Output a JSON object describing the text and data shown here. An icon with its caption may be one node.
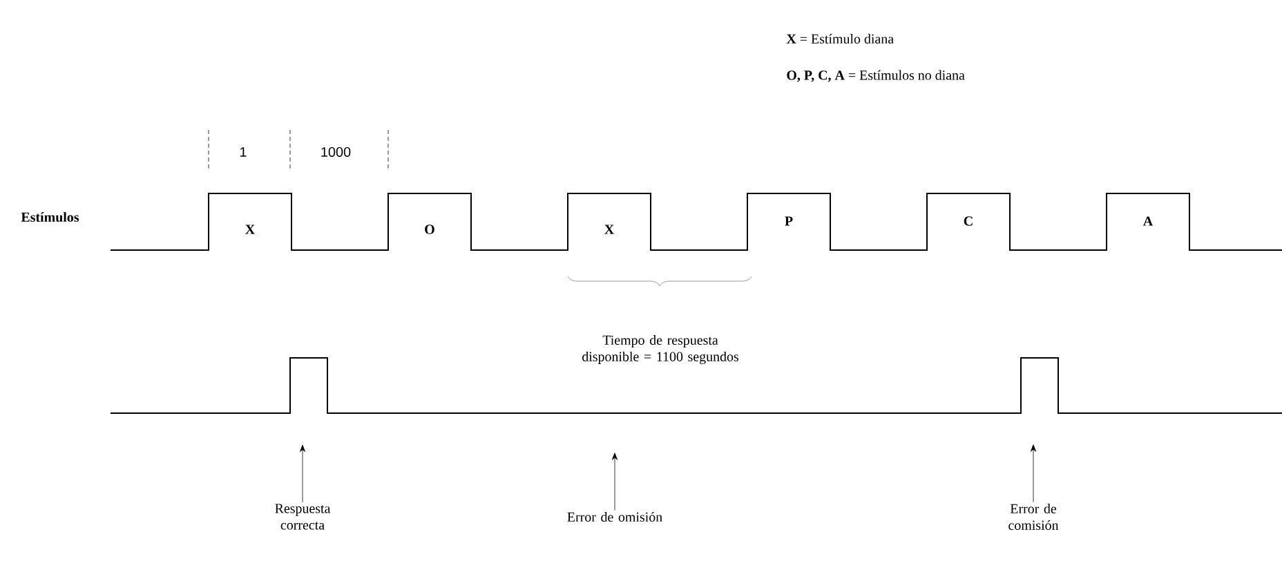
{
  "diagram": {
    "nodes": [
      {
        "text": [
          "Respuesta correcta"
        ]
      },
      {
        "text": [
          "Error de omisión"
        ]
      },
      {
        "text": [
          "Error de comisión"
        ]
      }
    ],
    "edges": [
      {
        "from": 0,
        "to": null,
        "arrow": "to"
      },
      {
        "from": 1,
        "to": null,
        "arrow": "to"
      },
      {
        "from": 2,
        "to": null,
        "arrow": "to"
      }
    ],
    "labels": [
      "**X** = Estímulo diana",
      "**O, P, C, A** = Estímulos no diana",
      "1",
      "1000",
      "Estímulos",
      "X",
      "O",
      "X",
      "P",
      "C",
      "A",
      "Tiempo de respuesta disponible = 1100 segundos"
    ]
  }
}
